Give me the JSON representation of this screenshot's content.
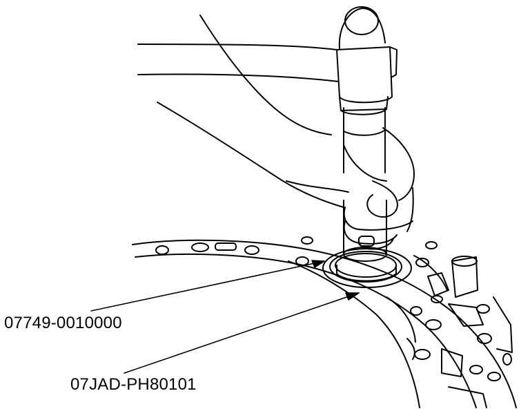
{
  "callouts": [
    {
      "id": "driver-handle",
      "text": "07749-0010000"
    },
    {
      "id": "attachment",
      "text": "07JAD-PH80101"
    }
  ],
  "colors": {
    "line": "#000000",
    "background": "#ffffff"
  },
  "icons": [
    "hammer-icon",
    "hand-icon",
    "driver-tool-icon",
    "transmission-case-icon"
  ]
}
